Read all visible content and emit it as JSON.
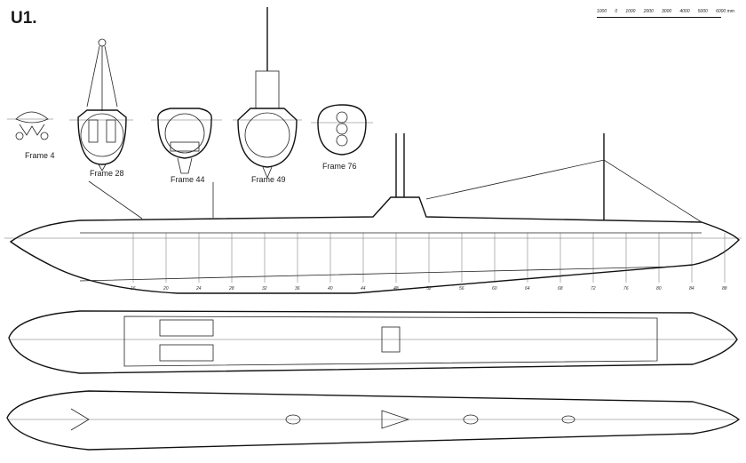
{
  "title": "U1.",
  "scale_bar": {
    "ticks": [
      "1000",
      "0",
      "1000",
      "2000",
      "3000",
      "4000",
      "5000",
      "6000 mm"
    ]
  },
  "sections": [
    {
      "label": "Frame 4"
    },
    {
      "label": "Frame 28"
    },
    {
      "label": "Frame 44"
    },
    {
      "label": "Frame 49"
    },
    {
      "label": "Frame 76"
    }
  ],
  "frame_numbers": [
    "16",
    "20",
    "24",
    "28",
    "32",
    "36",
    "40",
    "44",
    "48",
    "52",
    "56",
    "60",
    "64",
    "68",
    "72",
    "76",
    "80",
    "84",
    "88"
  ]
}
